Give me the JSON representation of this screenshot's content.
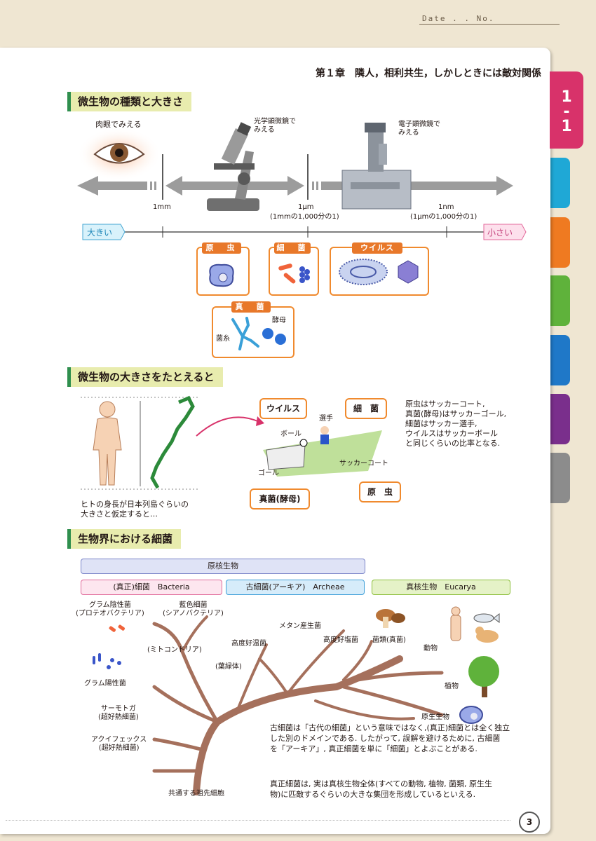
{
  "header": {
    "date_label": "Date . . No."
  },
  "chapter": {
    "title": "第１章　隣人，相利共生，しかしときには敵対関係"
  },
  "tab": {
    "label": "1-1",
    "colors": [
      "#d8326a",
      "#1fa8d6",
      "#ef7a21",
      "#5fb23b",
      "#1f78c8",
      "#7a2f8c",
      "#8c8c8c"
    ]
  },
  "section1": {
    "title": "微生物の種類と大きさ",
    "eye_label": "肉眼でみえる",
    "light_microscope": "光学顕微鏡で\nみえる",
    "electron_microscope": "電子顕微鏡で\nみえる",
    "scale1": "1mm",
    "scale2": "1μm",
    "scale2_sub": "(1mmの1,000分の1)",
    "scale3": "1nm",
    "scale3_sub": "(1μmの1,000分の1)",
    "large": "大きい",
    "small": "小さい",
    "protozoa": "原　虫",
    "bacteria": "細　菌",
    "virus": "ウイルス",
    "fungi": "真　菌",
    "hypha": "菌糸",
    "yeast": "酵母"
  },
  "section2": {
    "title": "微生物の大きさをたとえると",
    "caption": "ヒトの身長が日本列島ぐらいの\n大きさと仮定すると…",
    "virus": "ウイルス",
    "bacteria": "細　菌",
    "player": "選手",
    "ball": "ボール",
    "goal": "ゴール",
    "court": "サッカーコート",
    "fungi_yeast": "真菌(酵母)",
    "protozoa": "原　虫",
    "explanation": "原虫はサッカーコート,\n真菌(酵母)はサッカーゴール,\n細菌はサッカー選手,\nウイルスはサッカーボール\nと同じくらいの比率となる."
  },
  "section3": {
    "title": "生物界における細菌",
    "prokaryote": "原核生物",
    "bacteria_domain": "(真正)細菌　Bacteria",
    "archaea_domain": "古細菌(アーキア)　Archeae",
    "eukarya_domain": "真核生物　Eucarya",
    "gram_negative": "グラム陰性菌\n(プロテオバクテリア)",
    "cyanobacteria": "藍色細菌\n(シアノバクテリア)",
    "mitochondria": "(ミトコンドリア)",
    "chloroplast": "(葉緑体)",
    "gram_positive": "グラム陽性菌",
    "thermotoga": "サーモトガ\n(超好熱細菌)",
    "aquifex": "アクイフェックス\n(超好熱細菌)",
    "common_ancestor": "共通する祖先細胞",
    "thermophile": "高度好温菌",
    "methanogen": "メタン産生菌",
    "halophile": "高度好塩菌",
    "fungi_kingdom": "菌類(真菌)",
    "animals": "動物",
    "plants": "植物",
    "protists": "原生生物",
    "note1": "古細菌は「古代の細菌」という意味ではなく,(真正)細菌とは全く独立\nした別のドメインである. したがって, 誤解を避けるために, 古細菌\nを「アーキア」, 真正細菌を単に「細菌」とよぶことがある.",
    "note2": "真正細菌は, 実は真核生物全体(すべての動物, 植物, 菌類, 原生生\n物)に匹敵するぐらいの大きな集団を形成しているといえる."
  },
  "footer": {
    "page_number": "3"
  }
}
